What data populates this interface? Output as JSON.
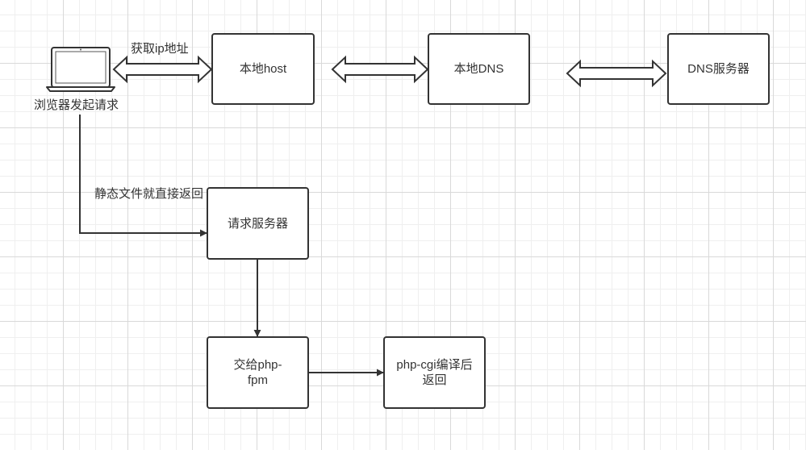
{
  "diagram": {
    "nodes": {
      "browser_caption": "浏览器发起请求",
      "local_host": "本地host",
      "local_dns": "本地DNS",
      "dns_server": "DNS服务器",
      "request_server": "请求服务器",
      "php_fpm": "交给php-fpm",
      "php_cgi": "php-cgi编译后返回"
    },
    "edge_labels": {
      "get_ip": "获取ip地址",
      "static_return": "静态文件就直接返回"
    },
    "icons": {
      "browser": "laptop-icon"
    },
    "colors": {
      "stroke": "#333333",
      "grid_major": "#d9d9d9",
      "grid_minor": "#efefef"
    }
  }
}
